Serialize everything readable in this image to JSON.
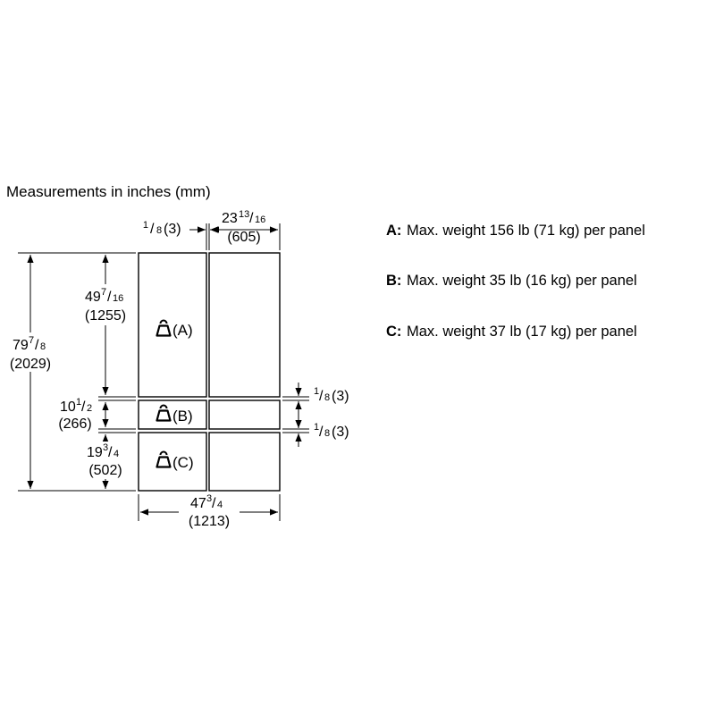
{
  "caption": "Measurements in inches (mm)",
  "dimensions": {
    "gap_top": {
      "whole": "",
      "num": "1",
      "den": "8",
      "mm": "(3)"
    },
    "door_width": {
      "whole": "23",
      "num": "13",
      "den": "16",
      "mm": "(605)"
    },
    "total_height": {
      "whole": "79",
      "num": "7",
      "den": "8",
      "mm": "(2029)"
    },
    "upper_height": {
      "whole": "49",
      "num": "7",
      "den": "16",
      "mm": "(1255)"
    },
    "middle_height": {
      "whole": "10",
      "num": "1",
      "den": "2",
      "mm": "(266)"
    },
    "lower_height": {
      "whole": "19",
      "num": "3",
      "den": "4",
      "mm": "(502)"
    },
    "gap_right_1": {
      "whole": "",
      "num": "1",
      "den": "8",
      "mm": "(3)"
    },
    "gap_right_2": {
      "whole": "",
      "num": "1",
      "den": "8",
      "mm": "(3)"
    },
    "total_width": {
      "whole": "47",
      "num": "3",
      "den": "4",
      "mm": "(1213)"
    }
  },
  "panels": [
    {
      "label": "(A)",
      "icon": "weight-icon"
    },
    {
      "label": "(B)",
      "icon": "weight-icon"
    },
    {
      "label": "(C)",
      "icon": "weight-icon"
    }
  ],
  "legend": [
    {
      "key": "A:",
      "text": "Max. weight 156 lb (71 kg) per panel"
    },
    {
      "key": "B:",
      "text": "Max. weight 35 lb (16 kg) per panel"
    },
    {
      "key": "C:",
      "text": "Max. weight 37 lb (17 kg) per panel"
    }
  ],
  "colors": {
    "line": "#000000",
    "background": "#ffffff"
  }
}
